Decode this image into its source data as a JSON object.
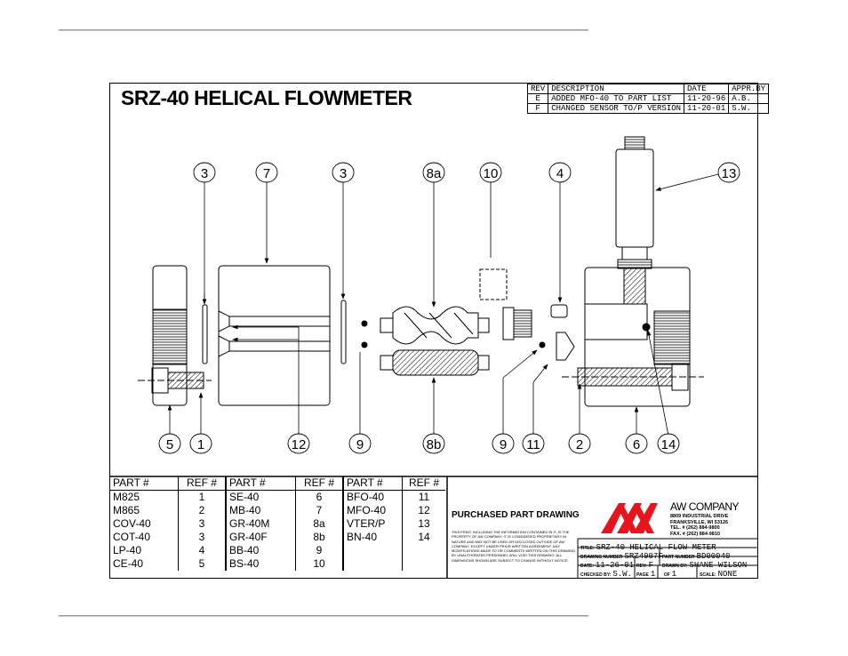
{
  "title": "SRZ-40 HELICAL FLOWMETER",
  "revisions": {
    "headers": [
      "REV",
      "DESCRIPTION",
      "DATE",
      "APPR.BY"
    ],
    "rows": [
      [
        "E",
        "ADDED MFO-40 TO PART LIST",
        "11-20-96",
        "A.B."
      ],
      [
        "F",
        "CHANGED SENSOR TO/P VERSION",
        "11-20-01",
        "S.W."
      ]
    ]
  },
  "callouts": [
    "3",
    "7",
    "3",
    "8a",
    "10",
    "4",
    "13",
    "5",
    "1",
    "12",
    "9",
    "8b",
    "9",
    "11",
    "2",
    "6",
    "14"
  ],
  "parts_table": {
    "headers": [
      "PART #",
      "REF #",
      "PART #",
      "REF #",
      "PART #",
      "REF #"
    ],
    "rows": [
      [
        "M825",
        "1",
        "SE-40",
        "6",
        "BFO-40",
        "11"
      ],
      [
        "M865",
        "2",
        "MB-40",
        "7",
        "MFO-40",
        "12"
      ],
      [
        "COV-40",
        "3",
        "GR-40M",
        "8a",
        "VTER/P",
        "13"
      ],
      [
        "COT-40",
        "3",
        "GR-40F",
        "8b",
        "BN-40",
        "14"
      ],
      [
        "LP-40",
        "4",
        "BB-40",
        "9",
        "",
        ""
      ],
      [
        "CE-40",
        "5",
        "BS-40",
        "10",
        "",
        ""
      ]
    ]
  },
  "purchased_label": "PURCHASED PART DRAWING",
  "proprietary_note": "THIS PRINT, INCLUDING THE INFORMATION CONTAINED IN IT, IS THE PROPERTY OF AW COMPANY. IT IS CONSIDERED PROPRIETARY IN NATURE AND MAY NOT BE USED OR DISCLOSED OUTSIDE OF AW COMPANY, EXCEPT UNDER PRIOR WRITTEN AGREEMENT. ANY MODIFICATIONS MADE TO OR COMMENTS WRITTEN ON THIS DRAWING BY UNAUTHORIZED PERSONNEL WILL VOID THIS DRAWING. ALL DIMENSIONS SHOWN ARE SUBJECT TO CHANGE WITHOUT NOTICE.",
  "company": {
    "name": "AW COMPANY",
    "address1": "8809 INDUSTRIAL DRIVE",
    "address2": "FRANKSVILLE, WI 53126",
    "tel": "TEL. # (262) 884-9800",
    "fax": "FAX. # (262) 884-9810",
    "logo_color": "#e8141c"
  },
  "title_block": {
    "title_label": "TITLE:",
    "title_value": "SRZ-40 HELICAL FLOW METER",
    "drawing_number_label": "DRAWING NUMBER",
    "drawing_number": "SRZ4907F",
    "part_number_label": "PART NUMBER",
    "part_number": "BD00040",
    "date_label": "DATE:",
    "date": "11-26-01",
    "rev_label": "REV:",
    "rev": "F",
    "drawn_by_label": "DRAWN BY:",
    "drawn_by": "SHANE WILSON",
    "checked_by_label": "CHECKED BY:",
    "checked_by": "S.W.",
    "page_label": "PAGE",
    "page": "1",
    "of_label": "OF",
    "of": "1",
    "scale_label": "SCALE:",
    "scale": "NONE"
  }
}
